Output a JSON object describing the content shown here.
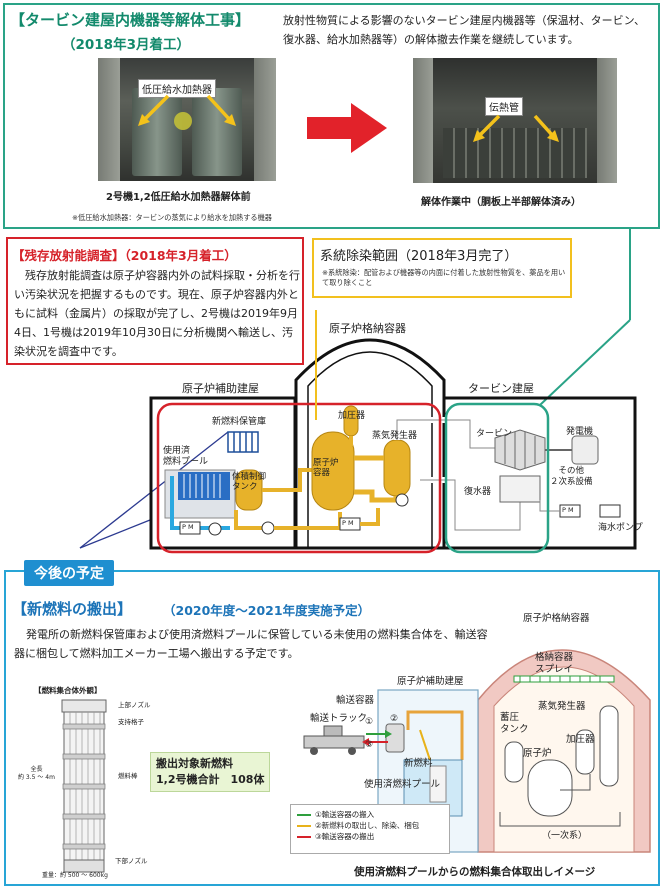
{
  "top": {
    "title_line1": "【タービン建屋内機器等解体工事】",
    "title_line2": "（2018年3月着工）",
    "description": "放射性物質による影響のないタービン建屋内機器等（保温材、タービン、復水器、給水加熱器等）の解体撤去作業を継続しています。",
    "photo_left_label": "低圧給水加熱器",
    "photo_left_caption": "2号機1,2低圧給水加熱器解体前",
    "photo_left_note": "※低圧給水加熱器：タービンの蒸気により給水を加熱する機器",
    "photo_right_label": "伝熱管",
    "photo_right_caption": "解体作業中（胴板上半部解体済み）"
  },
  "residual": {
    "title": "【残存放射能調査】（2018年3月着工）",
    "body": "残存放射能調査は原子炉容器内外の試料採取・分析を行い汚染状況を把握するものです。現在、原子炉容器内外ともに試料（金属片）の採取が完了し、2号機は2019年9月4日、1号機は2019年10月30日に分析機関へ輸送し、汚染状況を調査中です。"
  },
  "decon": {
    "title": "系統除染範囲（2018年3月完了）",
    "note": "※系統除染：配管および機器等の内面に付着した放射性物質を、薬品を用いて取り除くこと"
  },
  "plant": {
    "containment": "原子炉格納容器",
    "aux_building": "原子炉補助建屋",
    "turbine_building": "タービン建屋",
    "new_fuel_storage": "新燃料保管庫",
    "spent_fuel_pool": "使用済\n燃料プール",
    "volume_control_tank": "体積制御\nタンク",
    "reactor_vessel": "原子炉\n容器",
    "pressurizer": "加圧器",
    "steam_generator": "蒸気発生器",
    "turbine": "タービン",
    "generator": "発電機",
    "condenser": "復水器",
    "other_secondary": "その他\n２次系設備",
    "seawater_pump": "海水ポンプ",
    "pump_mark": "P M"
  },
  "future": {
    "tag": "今後の予定",
    "title_main": "【新燃料の搬出】",
    "title_sub": "（2020年度～2021年度実施予定）",
    "description": "発電所の新燃料保管庫および使用済燃料プールに保管している未使用の燃料集合体を、輸送容器に梱包して燃料加工メーカー工場へ搬出する予定です。",
    "fuel_assembly_title": "【燃料集合体外観】",
    "top_nozzle": "上部ノズル",
    "support_grid": "支持格子",
    "fuel_rod": "燃料棒",
    "bottom_nozzle": "下部ノズル",
    "length_label": "全長\n約 3.5 ～ 4m",
    "weight_label": "重量：約 500 ～ 600kg",
    "target_label_line1": "搬出対象新燃料",
    "target_label_line2": "1,2号機合計　108体",
    "fd_containment": "原子炉格納容器",
    "fd_aux_building": "原子炉補助建屋",
    "fd_cask": "輸送容器",
    "fd_truck": "輸送トラック",
    "fd_new_fuel": "新燃料",
    "fd_pool": "使用済燃料プール",
    "fd_spray": "格納容器\nスプレイ",
    "fd_sg": "蒸気発生器",
    "fd_accum": "蓄圧\nタンク",
    "fd_pressurizer": "加圧器",
    "fd_reactor": "原子炉",
    "fd_primary": "（一次系）",
    "step1_mark": "①",
    "step2_mark": "②",
    "step3_mark": "③",
    "legend": [
      "①輸送容器の搬入",
      "②新燃料の取出し、除染、梱包",
      "③輸送容器の搬出"
    ],
    "caption": "使用済燃料プールからの燃料集合体取出しイメージ"
  },
  "colors": {
    "teal": "#138a6c",
    "red": "#d6222a",
    "yellow": "#f2c01e",
    "blue": "#1f8fd0",
    "legend_green": "#2e9f3d",
    "legend_yellow": "#e8b21a",
    "legend_red": "#d6222a"
  }
}
